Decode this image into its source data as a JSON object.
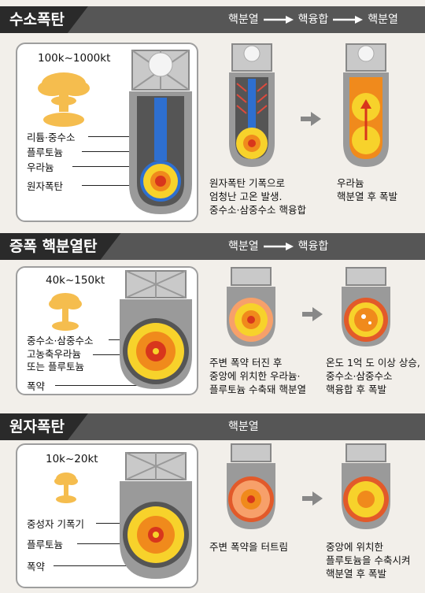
{
  "colors": {
    "header_dark": "#2a2a2a",
    "header_gray": "#565656",
    "mushroom": "#f5bd4e",
    "casing_gray": "#8a8a8a",
    "fissile_red": "#d8361c",
    "explosive_yellow": "#f7d22b",
    "explosive_orange": "#f08a1c",
    "background": "#f2efea"
  },
  "sections": [
    {
      "title": "수소폭탄",
      "process": [
        "핵분열",
        "핵융합",
        "핵분열"
      ],
      "yield": "100k~1000kt",
      "labels": [
        "리튬·중수소",
        "플루토늄",
        "우라늄",
        "원자폭탄"
      ],
      "step1": "원자폭탄 기폭으로\n엄청난 고온 발생.\n중수소·삼중수소 핵융합",
      "step2": "우라늄\n핵분열 후 폭발"
    },
    {
      "title": "증폭 핵분열탄",
      "process": [
        "핵분열",
        "핵융합"
      ],
      "yield": "40k~150kt",
      "labels": [
        "중수소·삼중수소",
        "고농축우라늄\n또는 플루토늄",
        "폭약"
      ],
      "step1": "주변 폭약 터진 후\n중앙에 위치한 우라늄·\n플루토늄 수축돼 핵분열",
      "step2": "온도 1억 도 이상 상승,\n중수소·삼중수소\n핵융합 후 폭발"
    },
    {
      "title": "원자폭탄",
      "process": [
        "핵분열"
      ],
      "yield": "10k~20kt",
      "labels": [
        "중성자 기폭기",
        "플루토늄",
        "폭약"
      ],
      "step1": "주변 폭약을 터트림",
      "step2": "중앙에 위치한\n플루토늄을 수축시켜\n핵분열 후 폭발"
    }
  ]
}
